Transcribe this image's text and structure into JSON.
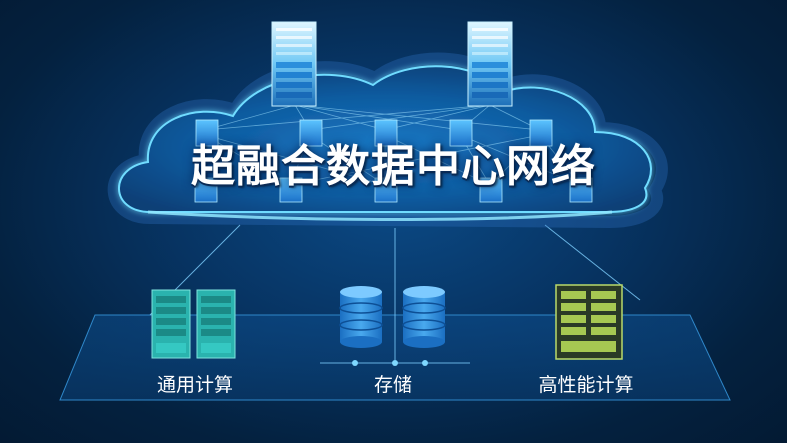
{
  "title": "超融合数据中心网络",
  "labels": {
    "general_compute": "通用计算",
    "storage": "存储",
    "hpc": "高性能计算"
  },
  "colors": {
    "background": "#062a52",
    "cloud_fill": "#0d5fa6",
    "cloud_edge": "#5fd4ff",
    "node_blue": "#2a8fe0",
    "teal_server": "#27b4b0",
    "storage_blue": "#2b8bd8",
    "hpc_green": "#9bbf4a"
  }
}
